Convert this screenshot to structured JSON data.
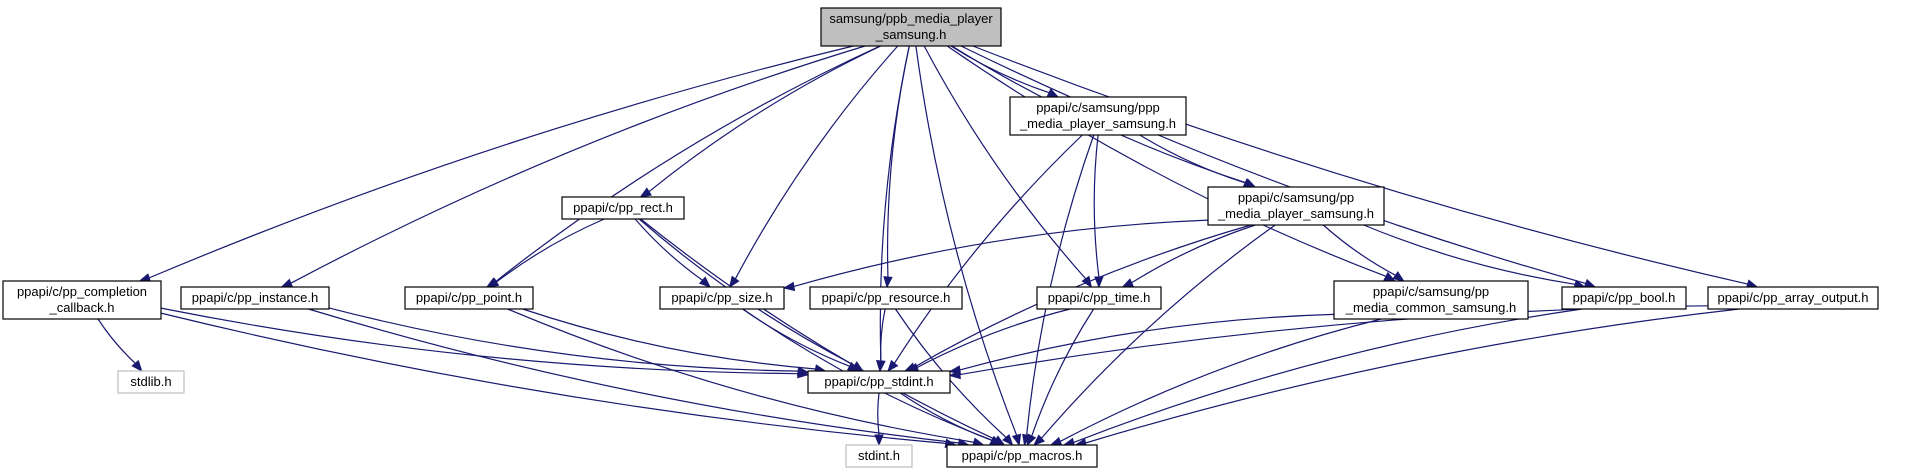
{
  "graph": {
    "nodes": [
      {
        "id": "root",
        "lines": [
          "samsung/ppb_media_player",
          "_samsung.h"
        ],
        "kind": "root"
      },
      {
        "id": "ppp_mps",
        "lines": [
          "ppapi/c/samsung/ppp",
          "_media_player_samsung.h"
        ],
        "kind": "normal"
      },
      {
        "id": "pp_mps",
        "lines": [
          "ppapi/c/samsung/pp",
          "_media_player_samsung.h"
        ],
        "kind": "normal"
      },
      {
        "id": "rect",
        "lines": [
          "ppapi/c/pp_rect.h"
        ],
        "kind": "normal"
      },
      {
        "id": "completion",
        "lines": [
          "ppapi/c/pp_completion",
          "_callback.h"
        ],
        "kind": "normal"
      },
      {
        "id": "instance",
        "lines": [
          "ppapi/c/pp_instance.h"
        ],
        "kind": "normal"
      },
      {
        "id": "point",
        "lines": [
          "ppapi/c/pp_point.h"
        ],
        "kind": "normal"
      },
      {
        "id": "size",
        "lines": [
          "ppapi/c/pp_size.h"
        ],
        "kind": "normal"
      },
      {
        "id": "resource",
        "lines": [
          "ppapi/c/pp_resource.h"
        ],
        "kind": "normal"
      },
      {
        "id": "time",
        "lines": [
          "ppapi/c/pp_time.h"
        ],
        "kind": "normal"
      },
      {
        "id": "common",
        "lines": [
          "ppapi/c/samsung/pp",
          "_media_common_samsung.h"
        ],
        "kind": "normal"
      },
      {
        "id": "bool",
        "lines": [
          "ppapi/c/pp_bool.h"
        ],
        "kind": "normal"
      },
      {
        "id": "array",
        "lines": [
          "ppapi/c/pp_array_output.h"
        ],
        "kind": "normal"
      },
      {
        "id": "stdlib",
        "lines": [
          "stdlib.h"
        ],
        "kind": "ghost"
      },
      {
        "id": "stdint_pp",
        "lines": [
          "ppapi/c/pp_stdint.h"
        ],
        "kind": "normal"
      },
      {
        "id": "stdint",
        "lines": [
          "stdint.h"
        ],
        "kind": "ghost"
      },
      {
        "id": "macros",
        "lines": [
          "ppapi/c/pp_macros.h"
        ],
        "kind": "normal"
      }
    ],
    "edges": [
      [
        "root",
        "ppp_mps"
      ],
      [
        "root",
        "pp_mps"
      ],
      [
        "root",
        "rect"
      ],
      [
        "root",
        "completion"
      ],
      [
        "root",
        "instance"
      ],
      [
        "root",
        "point"
      ],
      [
        "root",
        "size"
      ],
      [
        "root",
        "resource"
      ],
      [
        "root",
        "time"
      ],
      [
        "root",
        "common"
      ],
      [
        "root",
        "bool"
      ],
      [
        "root",
        "array"
      ],
      [
        "root",
        "stdint_pp"
      ],
      [
        "root",
        "macros"
      ],
      [
        "ppp_mps",
        "pp_mps"
      ],
      [
        "ppp_mps",
        "time"
      ],
      [
        "ppp_mps",
        "stdint_pp"
      ],
      [
        "ppp_mps",
        "macros"
      ],
      [
        "pp_mps",
        "size"
      ],
      [
        "pp_mps",
        "time"
      ],
      [
        "pp_mps",
        "common"
      ],
      [
        "pp_mps",
        "bool"
      ],
      [
        "pp_mps",
        "stdint_pp"
      ],
      [
        "pp_mps",
        "macros"
      ],
      [
        "rect",
        "point"
      ],
      [
        "rect",
        "size"
      ],
      [
        "rect",
        "stdint_pp"
      ],
      [
        "rect",
        "macros"
      ],
      [
        "completion",
        "stdlib"
      ],
      [
        "completion",
        "stdint_pp"
      ],
      [
        "completion",
        "macros"
      ],
      [
        "instance",
        "stdint_pp"
      ],
      [
        "instance",
        "macros"
      ],
      [
        "point",
        "stdint_pp"
      ],
      [
        "point",
        "macros"
      ],
      [
        "size",
        "stdint_pp"
      ],
      [
        "size",
        "macros"
      ],
      [
        "resource",
        "stdint_pp"
      ],
      [
        "resource",
        "macros"
      ],
      [
        "time",
        "stdint_pp"
      ],
      [
        "time",
        "macros"
      ],
      [
        "common",
        "stdint_pp"
      ],
      [
        "common",
        "macros"
      ],
      [
        "bool",
        "macros"
      ],
      [
        "array",
        "stdint_pp"
      ],
      [
        "array",
        "macros"
      ],
      [
        "stdint_pp",
        "stdint"
      ],
      [
        "stdint_pp",
        "macros"
      ]
    ]
  }
}
